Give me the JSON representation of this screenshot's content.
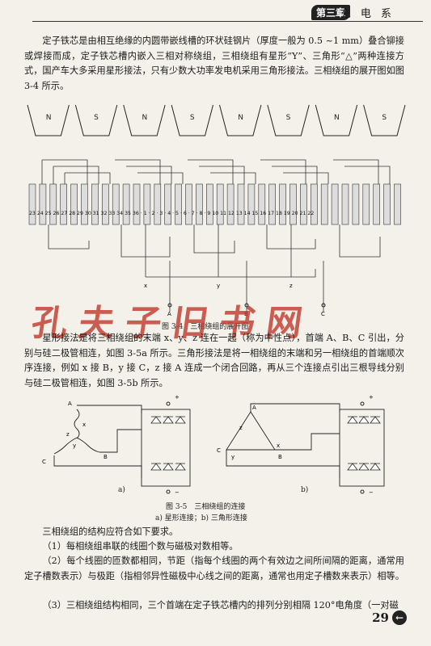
{
  "header": {
    "chapter": "第三章",
    "title": "充 电 系"
  },
  "paragraphs": {
    "p1": "定子铁芯是由相互绝缘的内圆带嵌线槽的环状硅钢片（厚度一般为 0.5 ~1 mm）叠合铆接或焊接而成，定子铁芯槽内嵌入三相对称绕组，三相绕组有星形“Y”、三角形“△”两种连接方式，国产车大多采用星形接法，只有少数大功率发电机采用三角形接法。三相绕组的展开图如图 3-4 所示。",
    "p2": "星形接法是将三相绕组的末端 x、y、z 连在一起（称为中性点），首端 A、B、C 引出，分别与硅二极管相连，如图 3-5a 所示。三角形接法是将一相绕组的末端和另一相绕组的首端顺次序连接，例如 x 接 B，y 接 C，z 接 A 连成一个闭合回路，再从三个连接点引出三根导线分别与硅二极管相连，如图 3-5b 所示。",
    "p3": "三相绕组的结构应符合如下要求。",
    "p4": "（1）每相绕组串联的线圈个数与磁极对数相等。",
    "p5": "（2）每个线圈的匝数都相同，节距（指每个线圈的两个有效边之间所间隔的距离，通常用定子槽数表示）与极距（指相邻异性磁极中心线之间的距离，通常也用定子槽数来表示）相等。",
    "p6": "（3）三相绕组结构相同，三个首端在定子铁芯槽内的排列分别相隔 120°电角度（一对磁"
  },
  "figure34": {
    "caption": "图 3-4　三相绕组的展开图",
    "poles": [
      "N",
      "S",
      "N",
      "S",
      "N",
      "S",
      "N",
      "S"
    ],
    "slots": "23 24 25 26 27 28 29 30 31 32 33 34 35 36 · 1 · 2 · 3 · 4 · 5 · 6 · 7 · 8 · 9 10 11 12 13 14 15 16 17 18 19 20 21 22",
    "ends": [
      "x",
      "y",
      "z"
    ],
    "terminals": [
      "A",
      "B",
      "C"
    ]
  },
  "figure35": {
    "caption": "图 3-5　三相绕组的连接",
    "subcaption": "a) 星形连接；b) 三角形连接",
    "a_label": "a)",
    "b_label": "b)",
    "labels_a": [
      "A",
      "x",
      "z",
      "y",
      "B",
      "C"
    ],
    "labels_b": [
      "A",
      "z",
      "x",
      "C",
      "y",
      "B"
    ],
    "plus": "+",
    "minus": "−"
  },
  "watermark": "孔夫子旧书网",
  "page_number": "29",
  "page_arrow": "←"
}
